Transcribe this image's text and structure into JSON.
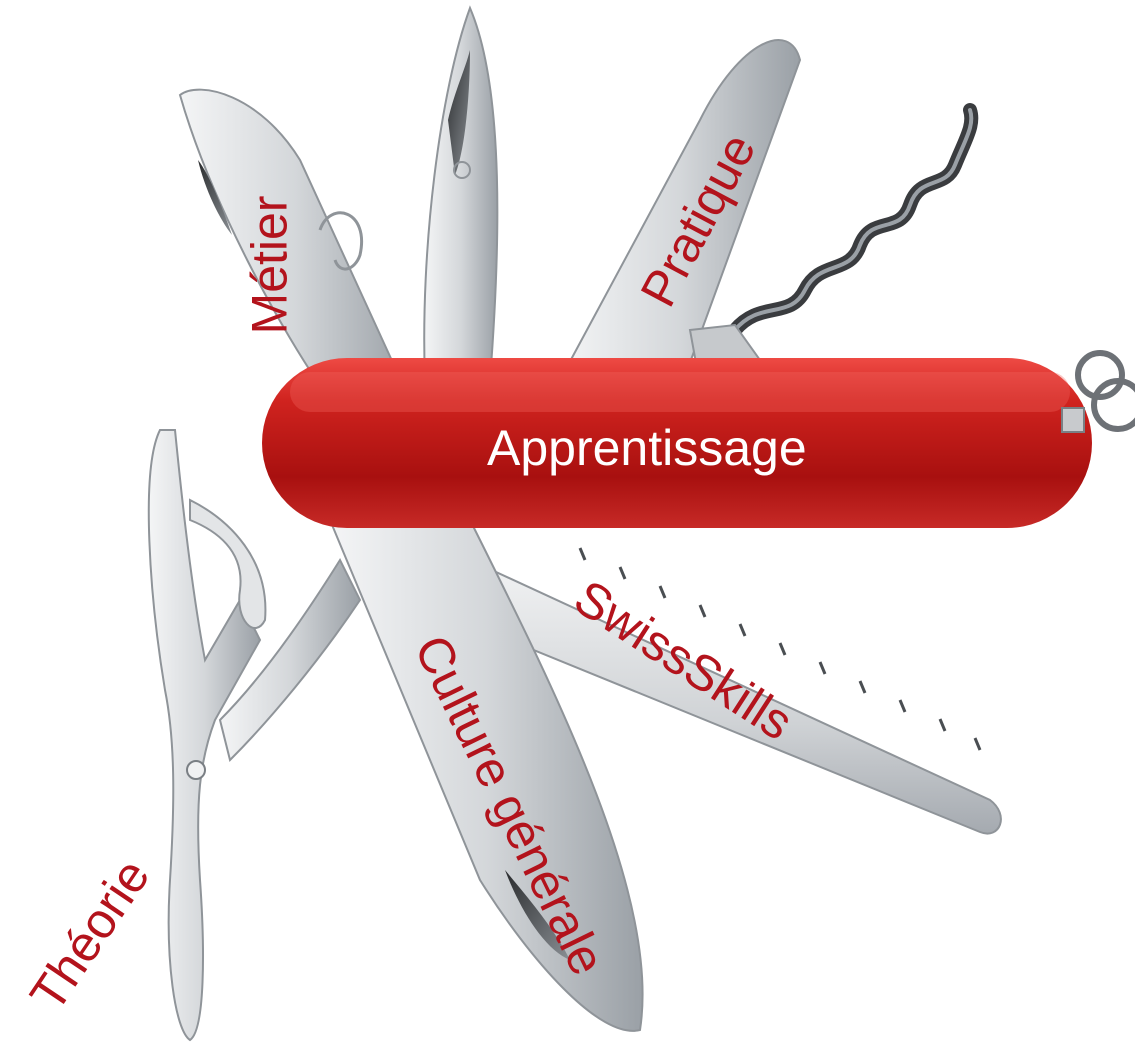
{
  "center_title": "Apprentissage",
  "blade_labels": {
    "metier": "Métier",
    "pratique": "Pratique",
    "swissskills": "SwissSkills",
    "culture_generale": "Culture générale",
    "theorie": "Théorie"
  },
  "colors": {
    "label": "#b3131c",
    "handle": "#c01a1d",
    "handle_dark": "#8a0b10",
    "blade": "#d8dadc",
    "blade_edge": "#8f9499"
  },
  "icons": {
    "tool": "swiss-army-knife-icon",
    "corkscrew": "corkscrew-icon",
    "scissors": "scissors-icon",
    "saw": "saw-blade-icon"
  }
}
